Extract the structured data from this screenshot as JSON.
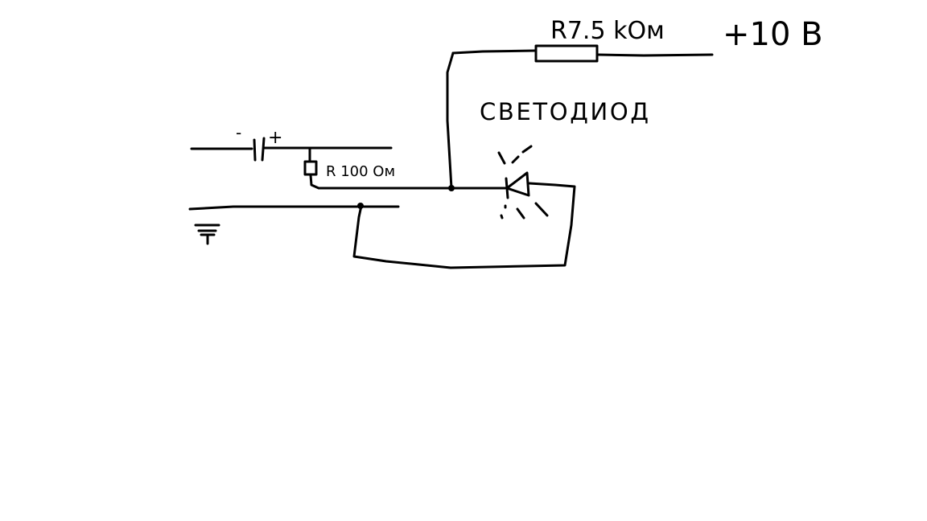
{
  "labels": {
    "top_resistor": "R7.5 kОм",
    "voltage": "+10 В",
    "led": "СВЕТОДИОД",
    "small_resistor": "R 100 Ом",
    "cap_minus": "-",
    "cap_plus": "+"
  },
  "colors": {
    "ink": "#000000",
    "background": "#ffffff"
  }
}
